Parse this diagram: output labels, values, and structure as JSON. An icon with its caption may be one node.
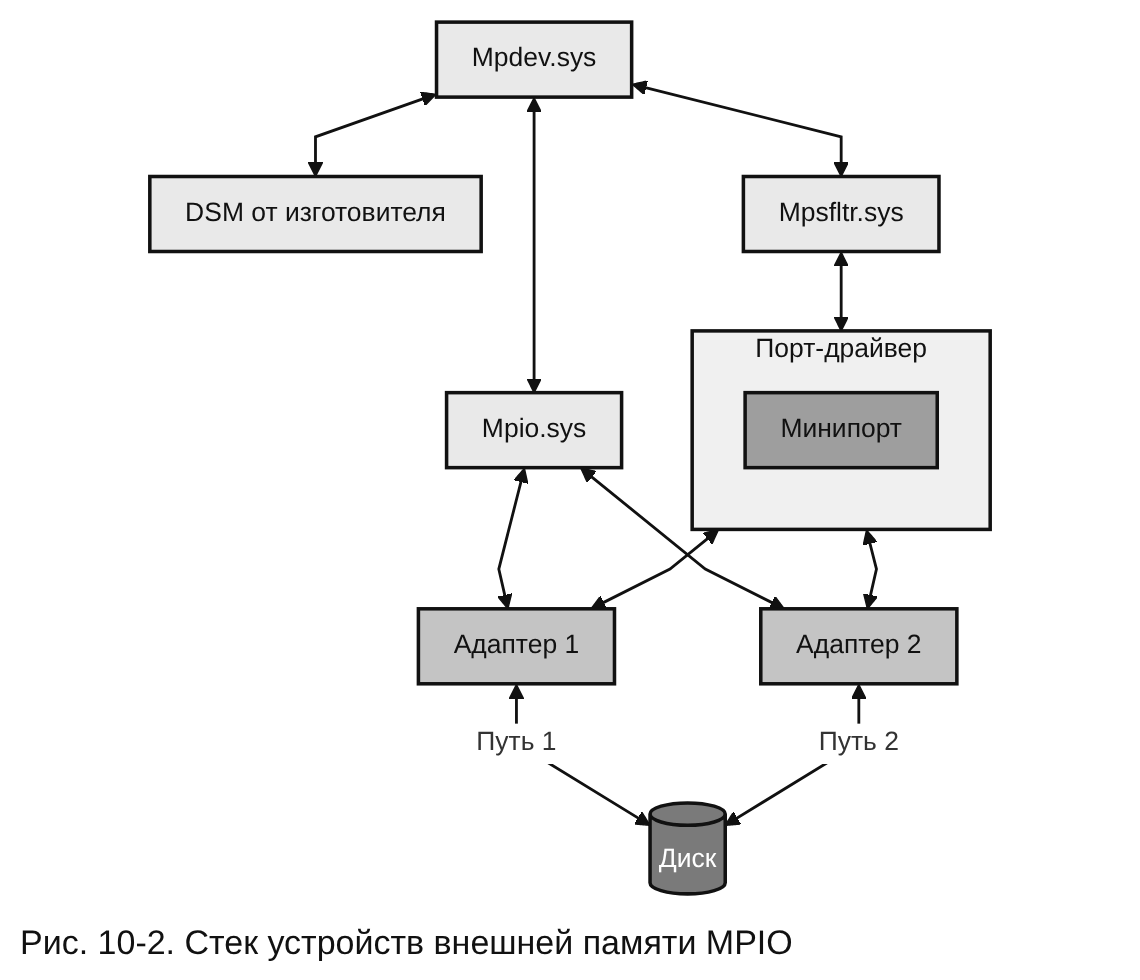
{
  "diagram": {
    "caption": "Рис. 10-2. Стек устройств внешней памяти MPIO",
    "nodes": [
      {
        "text": [
          "Mpdev.sys"
        ]
      },
      {
        "text": [
          "DSM от изготовителя"
        ]
      },
      {
        "text": [
          "Mpsfltr.sys"
        ]
      },
      {
        "text": [
          "Порт-драйвер"
        ]
      },
      {
        "text": [
          "Минипорт"
        ],
        "in": 3
      },
      {
        "text": [
          "Mpio.sys"
        ]
      },
      {
        "text": [
          "Адаптер 1"
        ]
      },
      {
        "text": [
          "Адаптер 2"
        ]
      },
      {
        "text": [
          "Диск"
        ]
      }
    ],
    "edges": [
      {
        "from": 0,
        "to": 1,
        "arrow": "both"
      },
      {
        "from": 0,
        "to": 2,
        "arrow": "both"
      },
      {
        "from": 2,
        "to": 3,
        "arrow": "both"
      },
      {
        "from": 0,
        "to": 5,
        "arrow": "both"
      },
      {
        "from": 3,
        "to": 6,
        "arrow": "both"
      },
      {
        "from": 5,
        "to": 6,
        "arrow": "both"
      },
      {
        "from": 3,
        "to": 7,
        "arrow": "both"
      },
      {
        "from": 5,
        "to": 7,
        "arrow": "both"
      },
      {
        "from": 6,
        "to": 8,
        "arrow": "both",
        "label": "Путь 1"
      },
      {
        "from": 7,
        "to": 8,
        "arrow": "both",
        "label": "Путь 2"
      }
    ]
  }
}
